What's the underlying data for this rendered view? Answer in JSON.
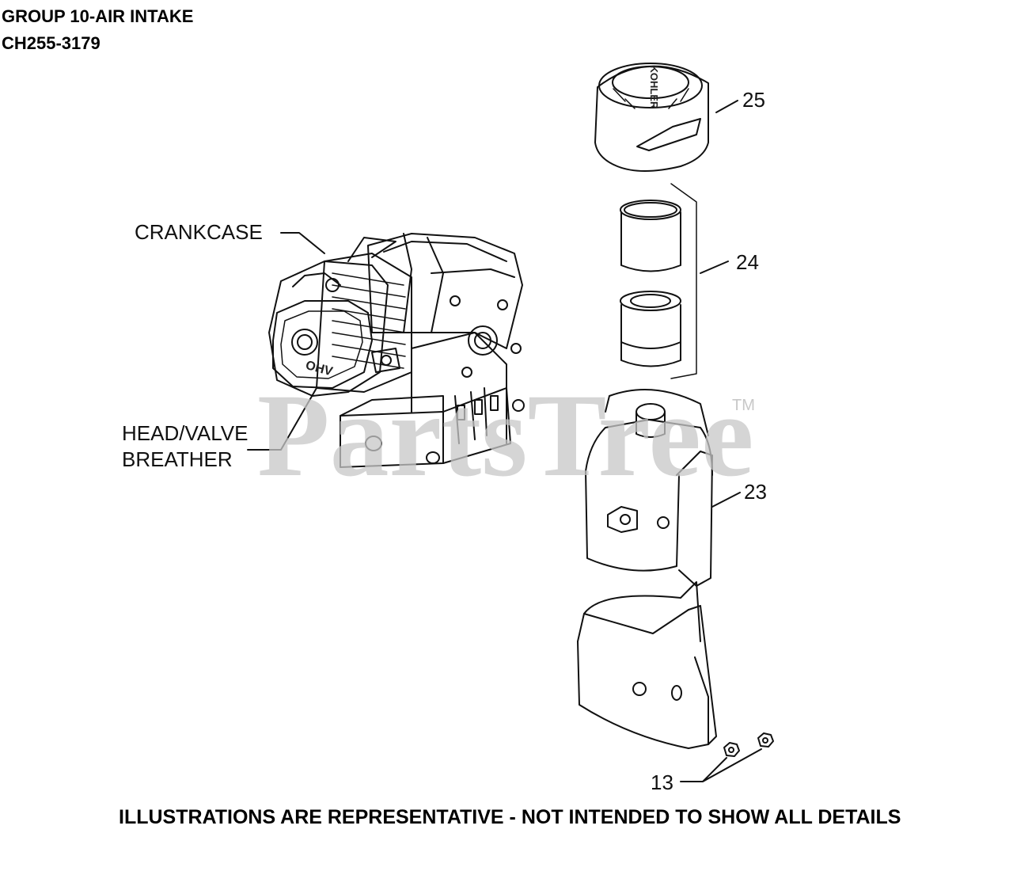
{
  "header": {
    "title": "GROUP 10-AIR INTAKE",
    "model": "CH255-3179"
  },
  "labels": {
    "crankcase": "CRANKCASE",
    "head_valve_line1": "HEAD/VALVE",
    "head_valve_line2": "BREATHER"
  },
  "callouts": {
    "p25": "25",
    "p24": "24",
    "p23": "23",
    "p13": "13"
  },
  "cover_brand": "KOHLER",
  "engine_badge": "OHV",
  "watermark": {
    "text": "PartsTree",
    "tm": "TM"
  },
  "footer": {
    "disclaimer": "ILLUSTRATIONS ARE REPRESENTATIVE - NOT INTENDED TO SHOW ALL DETAILS"
  }
}
